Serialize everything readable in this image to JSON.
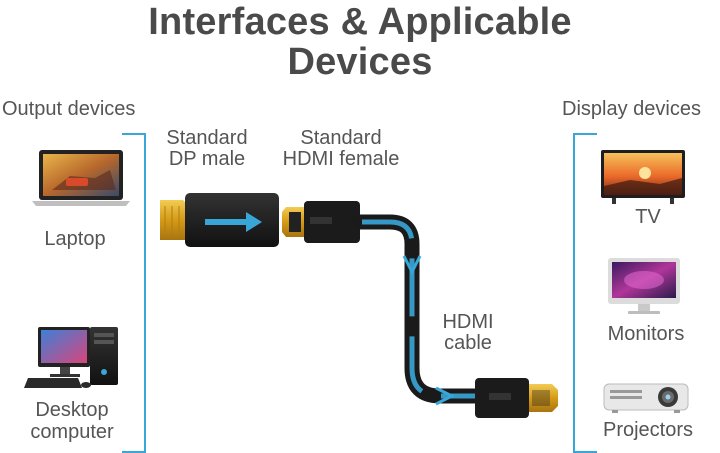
{
  "title": {
    "line1": "Interfaces & Applicable",
    "line2": "Devices"
  },
  "output": {
    "heading": "Output devices",
    "items": [
      {
        "label": "Laptop",
        "icon": "laptop-icon"
      },
      {
        "label_line1": "Desktop",
        "label_line2": "computer",
        "icon": "desktop-computer-icon"
      }
    ]
  },
  "display": {
    "heading": "Display devices",
    "items": [
      {
        "label": "TV",
        "icon": "tv-icon"
      },
      {
        "label": "Monitors",
        "icon": "monitor-icon"
      },
      {
        "label": "Projectors",
        "icon": "projector-icon"
      }
    ]
  },
  "connectors": {
    "dp": {
      "line1": "Standard",
      "line2": "DP male"
    },
    "hdmi_female": {
      "line1": "Standard",
      "line2": "HDMI female"
    },
    "cable": {
      "line1": "HDMI",
      "line2": "cable"
    }
  },
  "colors": {
    "accent": "#39a6d8",
    "text": "#555555",
    "title": "#4a4a4a",
    "cable": "#1a1a1a",
    "gold": "#d8a21e"
  }
}
